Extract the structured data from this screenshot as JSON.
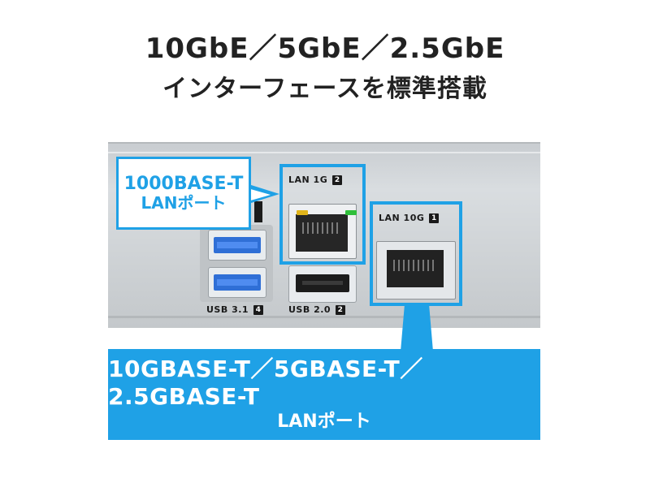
{
  "header": {
    "line1": "10GbE／5GbE／2.5GbE",
    "line2": "インターフェースを標準搭載"
  },
  "callouts": {
    "lan1g": {
      "line1": "1000BASE-T",
      "line2": "LANポート"
    },
    "lan10g": {
      "line1": "10GBASE-T／5GBASE-T／2.5GBASE-T",
      "line2": "LANポート"
    }
  },
  "ports": {
    "lan1": {
      "label": "LAN 1G",
      "badge": "2"
    },
    "lan10": {
      "label": "LAN 10G",
      "badge": "1"
    },
    "usb31": {
      "label": "USB 3.1",
      "badge": "4"
    },
    "usb20": {
      "label": "USB 2.0",
      "badge": "2"
    }
  },
  "colors": {
    "accent": "#1fa1e6",
    "usb3_blue": "#2f6fd6",
    "led_yellow": "#e0b41a",
    "led_green": "#2fbf3a",
    "text": "#222222"
  }
}
